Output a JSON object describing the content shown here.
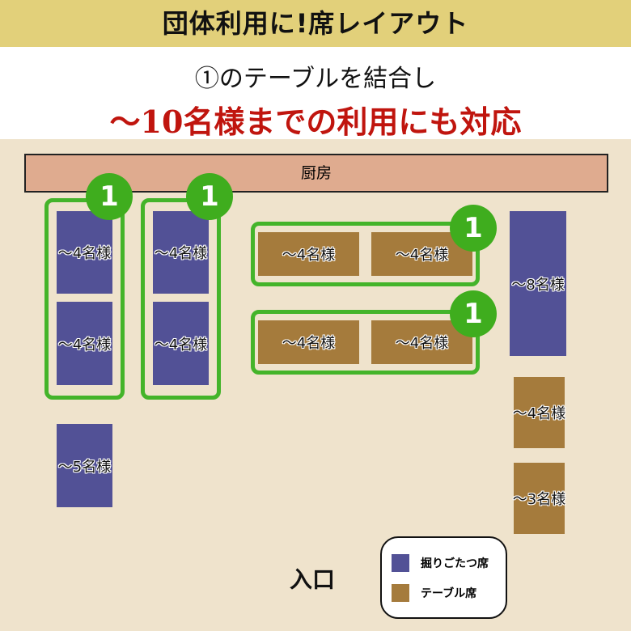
{
  "header": {
    "title": "団体利用に!席レイアウト"
  },
  "subtitle": {
    "line1": "①のテーブルを結合し",
    "line2": "～10名様までの利用にも対応"
  },
  "layout": {
    "kitchen": "厨房",
    "group_number": "1",
    "tables": [
      "～4名様",
      "～4名様",
      "～4名様",
      "～4名様",
      "～4名様",
      "～4名様",
      "～4名様",
      "～4名様",
      "～8名様",
      "～5名様",
      "～4名様",
      "～3名様"
    ],
    "entrance": "入口"
  },
  "legend": {
    "items": [
      {
        "label": "掘りごたつ席",
        "color": "#525196"
      },
      {
        "label": "テーブル席",
        "color": "#a57b3c"
      }
    ]
  },
  "colors": {
    "group_outline": "#44b42a",
    "accent_red": "#c0150e"
  }
}
